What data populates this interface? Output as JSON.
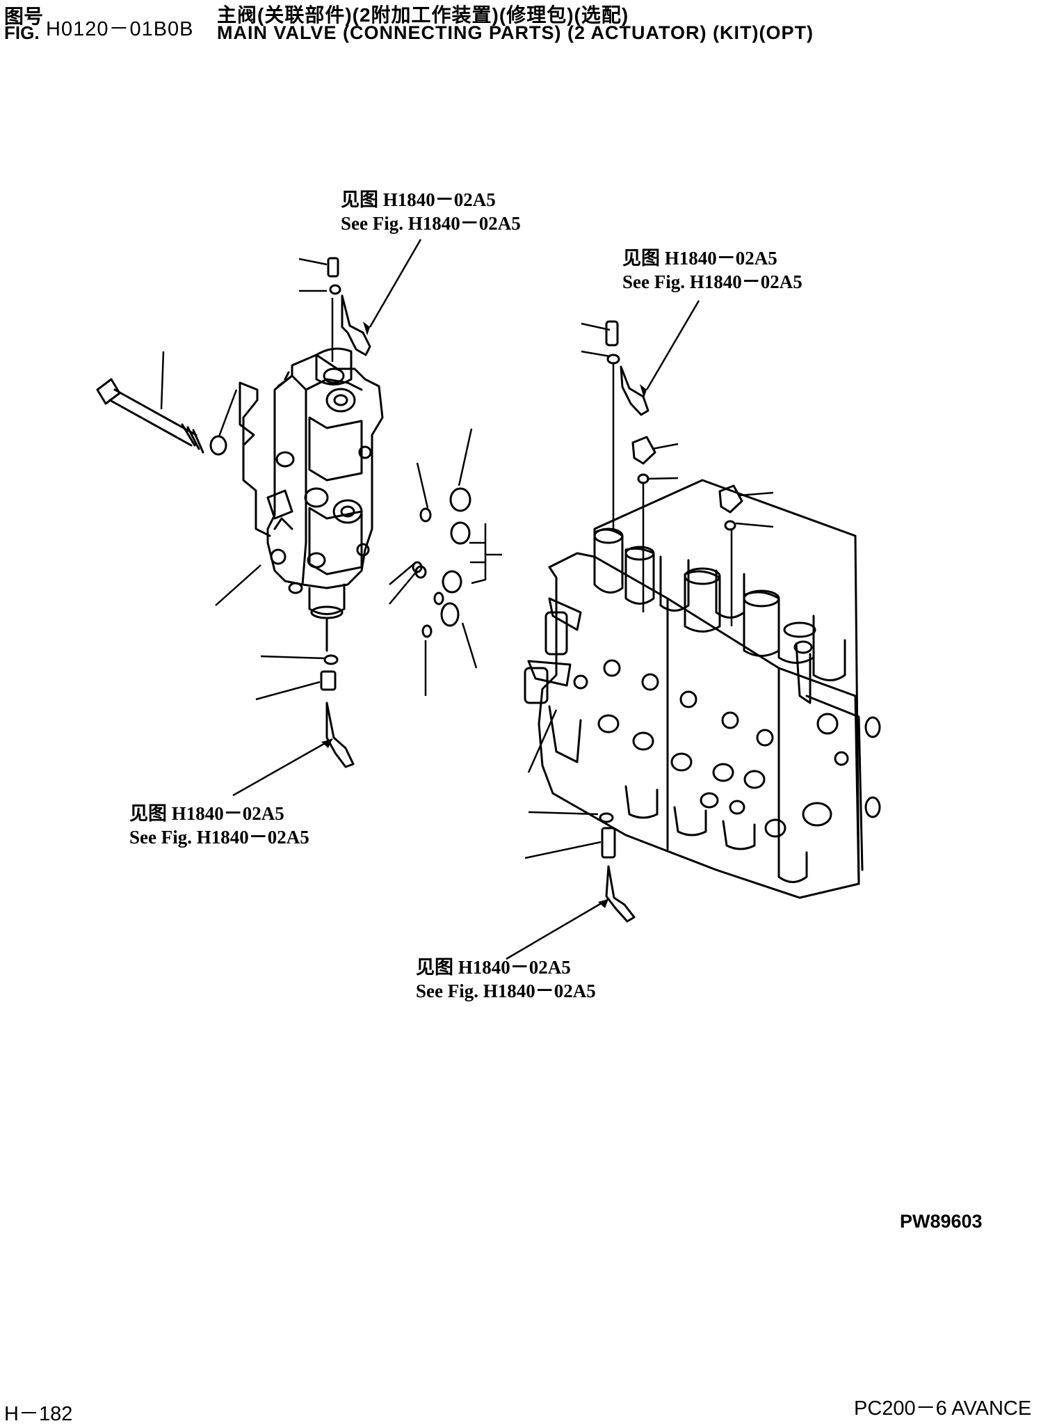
{
  "header": {
    "fig_label_cn": "图号",
    "fig_label_en": "FIG.",
    "fig_number": "H0120－01B0B",
    "title_cn": "主阀(关联部件)(2附加工作装置)(修理包)(选配)",
    "title_en": "MAIN VALVE (CONNECTING PARTS) (2 ACTUATOR) (KIT)(OPT)"
  },
  "references": [
    {
      "cn": "见图 H1840－02A5",
      "en": "See Fig. H1840－02A5"
    },
    {
      "cn": "见图 H1840－02A5",
      "en": "See Fig. H1840－02A5"
    },
    {
      "cn": "见图 H1840－02A5",
      "en": "See Fig. H1840－02A5"
    },
    {
      "cn": "见图 H1840－02A5",
      "en": "See Fig. H1840－02A5"
    }
  ],
  "footer": {
    "drawing_code": "PW89603",
    "page_number": "H－182",
    "model": "PC200－6 AVANCE"
  }
}
